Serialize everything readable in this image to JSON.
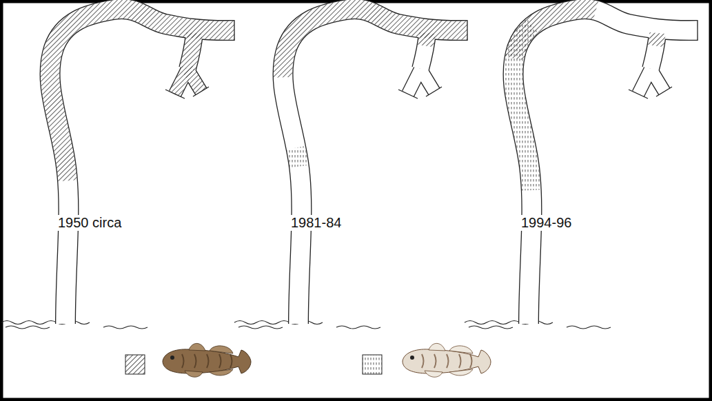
{
  "diagram": {
    "labels": [
      "1950 circa",
      "1981-84",
      "1994-96"
    ]
  }
}
